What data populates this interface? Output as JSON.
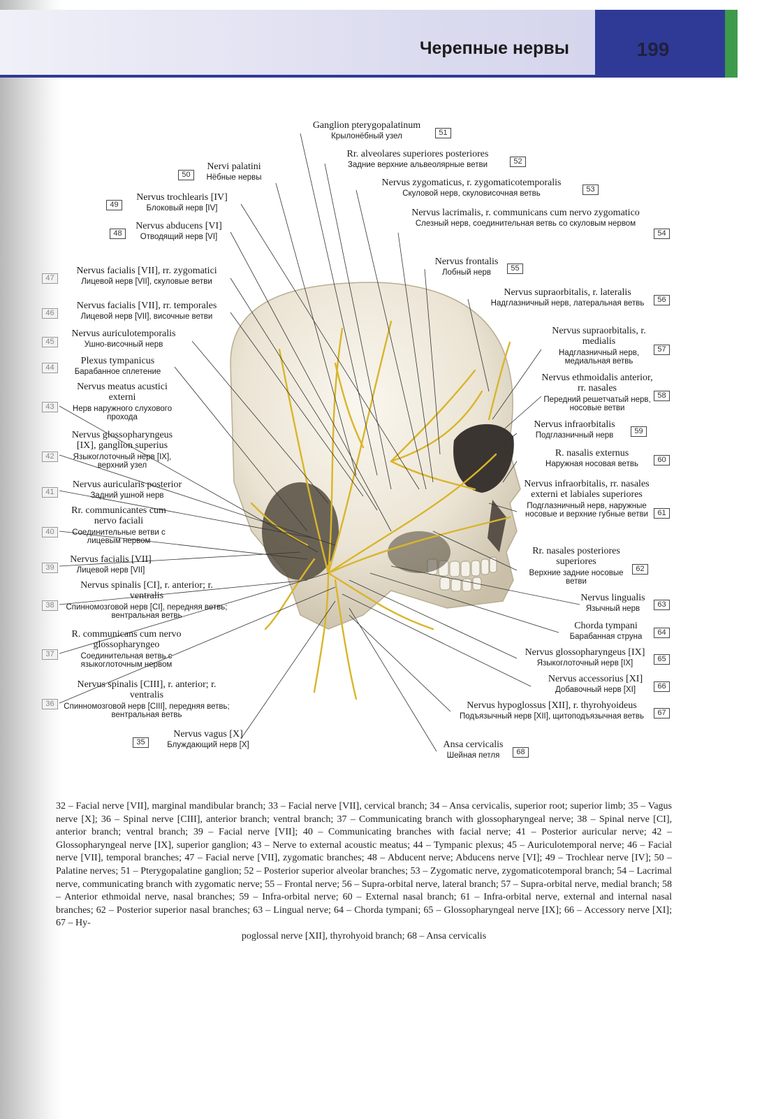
{
  "header": {
    "chapter_title": "Черепные нервы",
    "page_number": "199"
  },
  "labels": [
    {
      "num": "51",
      "lat": "Ganglion pterygopalatinum",
      "ru": "Крылонёбный узел"
    },
    {
      "num": "52",
      "lat": "Rr. alveolares superiores posteriores",
      "ru": "Задние верхние альвеолярные ветви"
    },
    {
      "num": "53",
      "lat": "Nervus zygomaticus, r. zygomaticotemporalis",
      "ru": "Скуловой нерв, скуловисочная ветвь"
    },
    {
      "num": "54",
      "lat": "Nervus lacrimalis, r. communicans cum nervo zygomatico",
      "ru": "Слезный нерв, соединительная ветвь со скуловым нервом"
    },
    {
      "num": "55",
      "lat": "Nervus frontalis",
      "ru": "Лобный нерв"
    },
    {
      "num": "56",
      "lat": "Nervus supraorbitalis, r. lateralis",
      "ru": "Надглазничный нерв, латеральная ветвь"
    },
    {
      "num": "57",
      "lat": "Nervus supraorbitalis, r. medialis",
      "ru": "Надглазничный нерв, медиальная ветвь"
    },
    {
      "num": "58",
      "lat": "Nervus ethmoidalis anterior, rr. nasales",
      "ru": "Передний решетчатый нерв, носовые ветви"
    },
    {
      "num": "59",
      "lat": "Nervus infraorbitalis",
      "ru": "Подглазничный нерв"
    },
    {
      "num": "60",
      "lat": "R. nasalis externus",
      "ru": "Наружная носовая ветвь"
    },
    {
      "num": "61",
      "lat": "Nervus infraorbitalis, rr. nasales externi et labiales superiores",
      "ru": "Подглазничный нерв, наружные носовые и верхние губные ветви"
    },
    {
      "num": "62",
      "lat": "Rr. nasales posteriores superiores",
      "ru": "Верхние задние носовые ветви"
    },
    {
      "num": "63",
      "lat": "Nervus lingualis",
      "ru": "Язычный нерв"
    },
    {
      "num": "64",
      "lat": "Chorda tympani",
      "ru": "Барабанная струна"
    },
    {
      "num": "65",
      "lat": "Nervus glossopharyngeus [IX]",
      "ru": "Языкоглоточный нерв [IX]"
    },
    {
      "num": "66",
      "lat": "Nervus accessorius [XI]",
      "ru": "Добавочный нерв [XI]"
    },
    {
      "num": "67",
      "lat": "Nervus hypoglossus [XII], r. thyrohyoideus",
      "ru": "Подъязычный нерв [XII], щитоподъязычная ветвь"
    },
    {
      "num": "68",
      "lat": "Ansa cervicalis",
      "ru": "Шейная петля"
    },
    {
      "num": "50",
      "lat": "Nervi palatini",
      "ru": "Нёбные нервы"
    },
    {
      "num": "49",
      "lat": "Nervus trochlearis [IV]",
      "ru": "Блоковый нерв [IV]"
    },
    {
      "num": "48",
      "lat": "Nervus abducens [VI]",
      "ru": "Отводящий нерв [VI]"
    },
    {
      "num": "47",
      "lat": "Nervus facialis [VII], rr. zygomatici",
      "ru": "Лицевой нерв [VII], скуловые ветви"
    },
    {
      "num": "46",
      "lat": "Nervus facialis [VII], rr. temporales",
      "ru": "Лицевой нерв [VII], височные ветви"
    },
    {
      "num": "45",
      "lat": "Nervus auriculotemporalis",
      "ru": "Ушно-височный нерв"
    },
    {
      "num": "44",
      "lat": "Plexus tympanicus",
      "ru": "Барабанное сплетение"
    },
    {
      "num": "43",
      "lat": "Nervus meatus acustici externi",
      "ru": "Нерв наружного слухового прохода"
    },
    {
      "num": "42",
      "lat": "Nervus glossopharyngeus [IX], ganglion superius",
      "ru": "Языкоглоточный нерв [IX], верхний узел"
    },
    {
      "num": "41",
      "lat": "Nervus auricularis posterior",
      "ru": "Задний ушной нерв"
    },
    {
      "num": "40",
      "lat": "Rr. communicantes cum nervo faciali",
      "ru": "Соединительные ветви с лицевым нервом"
    },
    {
      "num": "39",
      "lat": "Nervus facialis [VII]",
      "ru": "Лицевой нерв [VII]"
    },
    {
      "num": "38",
      "lat": "Nervus spinalis [CI], r. anterior; r. ventralis",
      "ru": "Спинномозговой нерв [CI], передняя ветвь; вентральная ветвь"
    },
    {
      "num": "37",
      "lat": "R. communicans cum nervo glossopharyngeo",
      "ru": "Соединительная ветвь с языкоглоточным нервом"
    },
    {
      "num": "36",
      "lat": "Nervus spinalis [CIII], r. anterior; r. ventralis",
      "ru": "Спинномозговой нерв [CIII], передняя ветвь; вентральная ветвь"
    },
    {
      "num": "35",
      "lat": "Nervus vagus [X]",
      "ru": "Блуждающий нерв [X]"
    }
  ],
  "caption": {
    "body": "32 – Facial nerve [VII], marginal mandibular branch; 33 – Facial nerve [VII], cervical branch; 34 – Ansa cervicalis, superior root; superior limb; 35 – Vagus nerve [X]; 36 – Spinal nerve [CIII], anterior branch; ventral branch; 37 – Communicating branch with glossopharyngeal nerve; 38 – Spinal nerve [CI], anterior branch; ventral branch; 39 – Facial nerve [VII]; 40 – Communicating branches with facial nerve; 41 – Posterior auricular nerve; 42 – Glossopharyngeal nerve [IX], superior ganglion; 43 – Nerve to external acoustic meatus; 44 – Tympanic plexus; 45 – Auriculotemporal nerve; 46 – Facial nerve [VII], temporal branches; 47 – Facial nerve [VII], zygomatic branches; 48 – Abducent nerve; Abducens nerve [VI]; 49 – Trochlear nerve [IV]; 50 – Palatine nerves; 51 – Pterygopalatine ganglion; 52 – Posterior superior alveolar branches; 53 – Zygomatic nerve, zygomaticotemporal branch; 54 – Lacrimal nerve, communicating branch with zygomatic nerve; 55 – Frontal nerve; 56 – Supra-orbital nerve, lateral branch; 57 – Supra-orbital nerve, medial branch; 58 – Anterior ethmoidal nerve, nasal branches; 59 – Infra-orbital nerve; 60 – External nasal branch; 61 – Infra-orbital nerve, external and internal nasal branches; 62 – Posterior superior nasal branches; 63 – Lingual nerve; 64 – Chorda tympani; 65 – Glossopharyngeal nerve [IX]; 66 – Accessory nerve [XI]; 67 – Hy-",
    "last": "poglossal nerve [XII], thyrohyoid branch; 68 – Ansa cervicalis"
  },
  "colors": {
    "header_blue": "#2f3a96",
    "tab_green": "#3d9a4a",
    "nerve_yellow": "#d9b52a",
    "bone": "#ece6d8"
  }
}
